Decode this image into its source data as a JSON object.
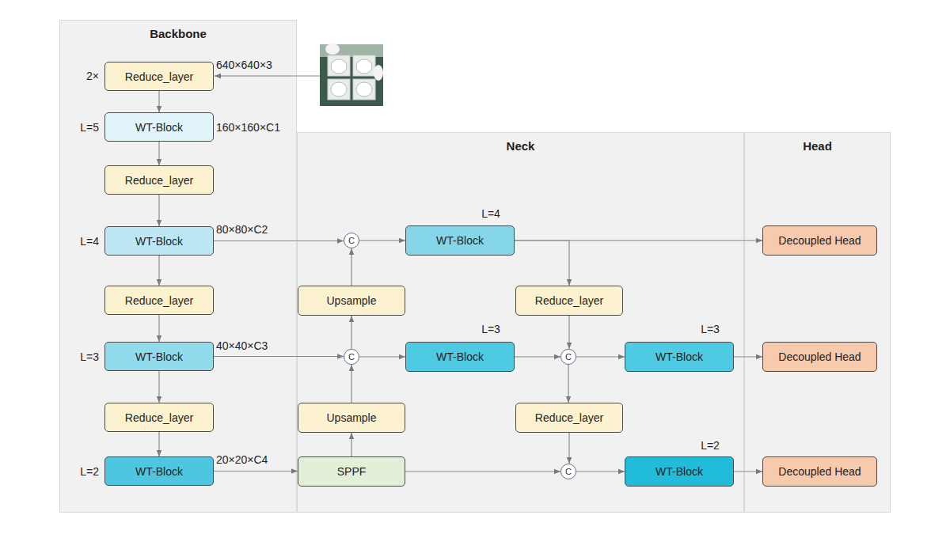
{
  "diagram": {
    "nodes": [
      {
        "text": [
          "Backbone"
        ]
      },
      {
        "text": [
          "Reduce_layer"
        ],
        "in": 0
      },
      {
        "text": [
          "WT-Block"
        ],
        "in": 0
      },
      {
        "text": [
          "Reduce_layer"
        ],
        "in": 0
      },
      {
        "text": [
          "WT-Block"
        ],
        "in": 0
      },
      {
        "text": [
          "Reduce_layer"
        ],
        "in": 0
      },
      {
        "text": [
          "WT-Block"
        ],
        "in": 0
      },
      {
        "text": [
          "Reduce_layer"
        ],
        "in": 0
      },
      {
        "text": [
          "WT-Block"
        ],
        "in": 0
      },
      {
        "text": [
          "Neck"
        ]
      },
      {
        "text": [
          "C"
        ],
        "in": 9
      },
      {
        "text": [
          "WT-Block"
        ],
        "in": 9
      },
      {
        "text": [
          "Upsample"
        ],
        "in": 9
      },
      {
        "text": [
          "Reduce_layer"
        ],
        "in": 9
      },
      {
        "text": [
          "C"
        ],
        "in": 9
      },
      {
        "text": [
          "WT-Block"
        ],
        "in": 9
      },
      {
        "text": [
          "C"
        ],
        "in": 9
      },
      {
        "text": [
          "WT-Block"
        ],
        "in": 9
      },
      {
        "text": [
          "Upsample"
        ],
        "in": 9
      },
      {
        "text": [
          "Reduce_layer"
        ],
        "in": 9
      },
      {
        "text": [
          "SPPF"
        ],
        "in": 9
      },
      {
        "text": [
          "C"
        ],
        "in": 9
      },
      {
        "text": [
          "WT-Block"
        ],
        "in": 9
      },
      {
        "text": [
          "Head"
        ]
      },
      {
        "text": [
          "Decoupled Head"
        ],
        "in": 23
      },
      {
        "text": [
          "Decoupled Head"
        ],
        "in": 23
      },
      {
        "text": [
          "Decoupled Head"
        ],
        "in": 23
      }
    ],
    "edges": [
      {
        "from": 1,
        "to": 2,
        "arrow": "to"
      },
      {
        "from": 2,
        "to": 3,
        "arrow": "to"
      },
      {
        "from": 3,
        "to": 4,
        "arrow": "to"
      },
      {
        "from": 4,
        "to": 5,
        "arrow": "to"
      },
      {
        "from": 5,
        "to": 6,
        "arrow": "to"
      },
      {
        "from": 6,
        "to": 7,
        "arrow": "to"
      },
      {
        "from": 7,
        "to": 8,
        "arrow": "to"
      },
      {
        "from": 4,
        "to": 10,
        "arrow": "to"
      },
      {
        "from": 6,
        "to": 14,
        "arrow": "to"
      },
      {
        "from": 8,
        "to": 20,
        "arrow": "to"
      },
      {
        "from": 20,
        "to": 18,
        "arrow": "to"
      },
      {
        "from": 18,
        "to": 14,
        "arrow": "to"
      },
      {
        "from": 14,
        "to": 12,
        "arrow": "to"
      },
      {
        "from": 12,
        "to": 10,
        "arrow": "to"
      },
      {
        "from": 10,
        "to": 11,
        "arrow": "to"
      },
      {
        "from": 14,
        "to": 15,
        "arrow": "to"
      },
      {
        "from": 11,
        "to": 24,
        "arrow": "to"
      },
      {
        "from": 11,
        "to": 13,
        "arrow": "to"
      },
      {
        "from": 13,
        "to": 16,
        "arrow": "to"
      },
      {
        "from": 15,
        "to": 16,
        "arrow": "to"
      },
      {
        "from": 16,
        "to": 17,
        "arrow": "to"
      },
      {
        "from": 16,
        "to": 19,
        "arrow": "to"
      },
      {
        "from": 19,
        "to": 21,
        "arrow": "to"
      },
      {
        "from": 20,
        "to": 21,
        "arrow": "to"
      },
      {
        "from": 21,
        "to": 22,
        "arrow": "to"
      },
      {
        "from": 17,
        "to": 25,
        "arrow": "to"
      },
      {
        "from": 22,
        "to": 26,
        "arrow": "to"
      }
    ],
    "labels": [
      "2×",
      "640×640×3",
      "L=5",
      "160×160×C1",
      "80×80×C2",
      "L=4",
      "L=4",
      "L=3",
      "L=3",
      "40×40×C3",
      "L=3",
      "L=2",
      "20×20×C4",
      "L=2"
    ]
  }
}
